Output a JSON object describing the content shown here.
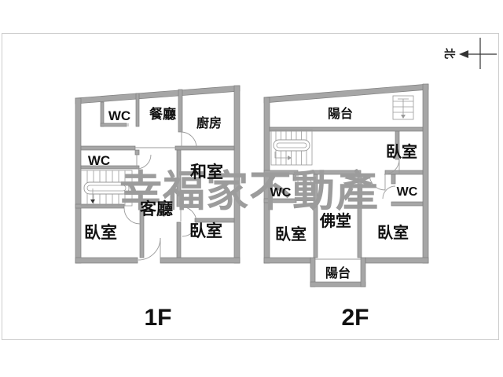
{
  "north_indicator": {
    "label": "北"
  },
  "watermark": {
    "text": "幸福家不動產",
    "color": "#9c9c9c"
  },
  "floors": [
    {
      "id": "1F",
      "label": "1F",
      "rooms": [
        {
          "name": "wc-upper",
          "label": "WC"
        },
        {
          "name": "dining-room",
          "label": "餐廳"
        },
        {
          "name": "kitchen",
          "label": "廚房"
        },
        {
          "name": "wc-middle",
          "label": "WC"
        },
        {
          "name": "tatami-room",
          "label": "和室"
        },
        {
          "name": "living-room",
          "label": "客廳"
        },
        {
          "name": "bedroom-left",
          "label": "臥室"
        },
        {
          "name": "bedroom-right",
          "label": "臥室"
        }
      ]
    },
    {
      "id": "2F",
      "label": "2F",
      "rooms": [
        {
          "name": "balcony-top",
          "label": "陽台"
        },
        {
          "name": "bedroom-upper",
          "label": "臥室"
        },
        {
          "name": "wc-left",
          "label": "WC"
        },
        {
          "name": "wc-right",
          "label": "WC"
        },
        {
          "name": "buddhist-hall",
          "label": "佛堂"
        },
        {
          "name": "bedroom-left",
          "label": "臥室"
        },
        {
          "name": "bedroom-right",
          "label": "臥室"
        },
        {
          "name": "balcony-bottom",
          "label": "陽台"
        }
      ]
    }
  ],
  "colors": {
    "wall": "#a6a6a6",
    "wall_outline": "#7f7f7f",
    "thin_line": "#9a9a9a",
    "text": "#111111",
    "frame": "#cccccc",
    "watermark": "#9c9c9c"
  }
}
